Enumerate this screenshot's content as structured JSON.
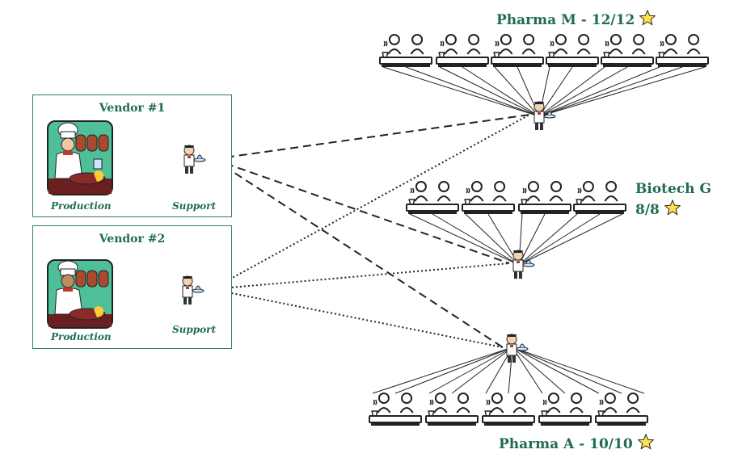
{
  "vendors": [
    {
      "title": "Vendor #1",
      "production_label": "Production",
      "support_label": "Support"
    },
    {
      "title": "Vendor #2",
      "production_label": "Production",
      "support_label": "Support"
    }
  ],
  "clients": {
    "pharma_m": {
      "label": "Pharma M - 12/12",
      "tables": 6
    },
    "biotech_g": {
      "line1": "Biotech G",
      "line2": "8/8",
      "tables": 4
    },
    "pharma_a": {
      "label": "Pharma A - 10/10",
      "tables": 5
    }
  },
  "connections": [
    {
      "from": "vendor-1-support",
      "to": "pharma-m-waiter",
      "style": "dashed"
    },
    {
      "from": "vendor-1-support",
      "to": "biotech-g-waiter",
      "style": "dashed"
    },
    {
      "from": "vendor-1-support",
      "to": "pharma-a-waiter",
      "style": "dashed"
    },
    {
      "from": "vendor-2-support",
      "to": "pharma-m-waiter",
      "style": "dotted"
    },
    {
      "from": "vendor-2-support",
      "to": "biotech-g-waiter",
      "style": "dotted"
    },
    {
      "from": "vendor-2-support",
      "to": "pharma-a-waiter",
      "style": "dotted"
    }
  ],
  "colors": {
    "accent_green": "#1f6b55",
    "box_border": "#2f7d68",
    "star_fill": "#ffe24a",
    "chef_bg": "#4fbf9a"
  }
}
